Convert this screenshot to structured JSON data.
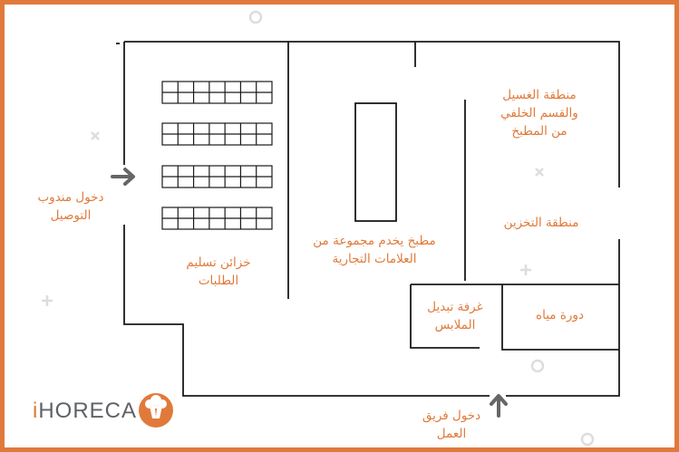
{
  "colors": {
    "accent": "#e07a3b",
    "line": "#1a1a1a",
    "arrow": "#666666",
    "deco": "#dddddd"
  },
  "labels": {
    "washing": "منطقة الغسيل\nوالقسم الخلفي\nمن المطبخ",
    "delivery_entry": "دخول مندوب\nالتوصيل",
    "storage": "منطقة التخزين",
    "kitchen": "مطبخ يخدم مجموعة من\nالعلامات التجارية",
    "lockers": "خزائن تسليم\nالطلبات",
    "changing_room": "غرفة تبديل\nالملابس",
    "restroom": "دورة مياه",
    "staff_entry": "دخول فريق\nالعمل"
  },
  "brand": {
    "dot": "i",
    "name": "HORECA",
    "logo_icon": "chef-hat-icon"
  },
  "icons": {
    "delivery_arrow": "arrow-right-icon",
    "staff_arrow": "arrow-up-icon"
  }
}
